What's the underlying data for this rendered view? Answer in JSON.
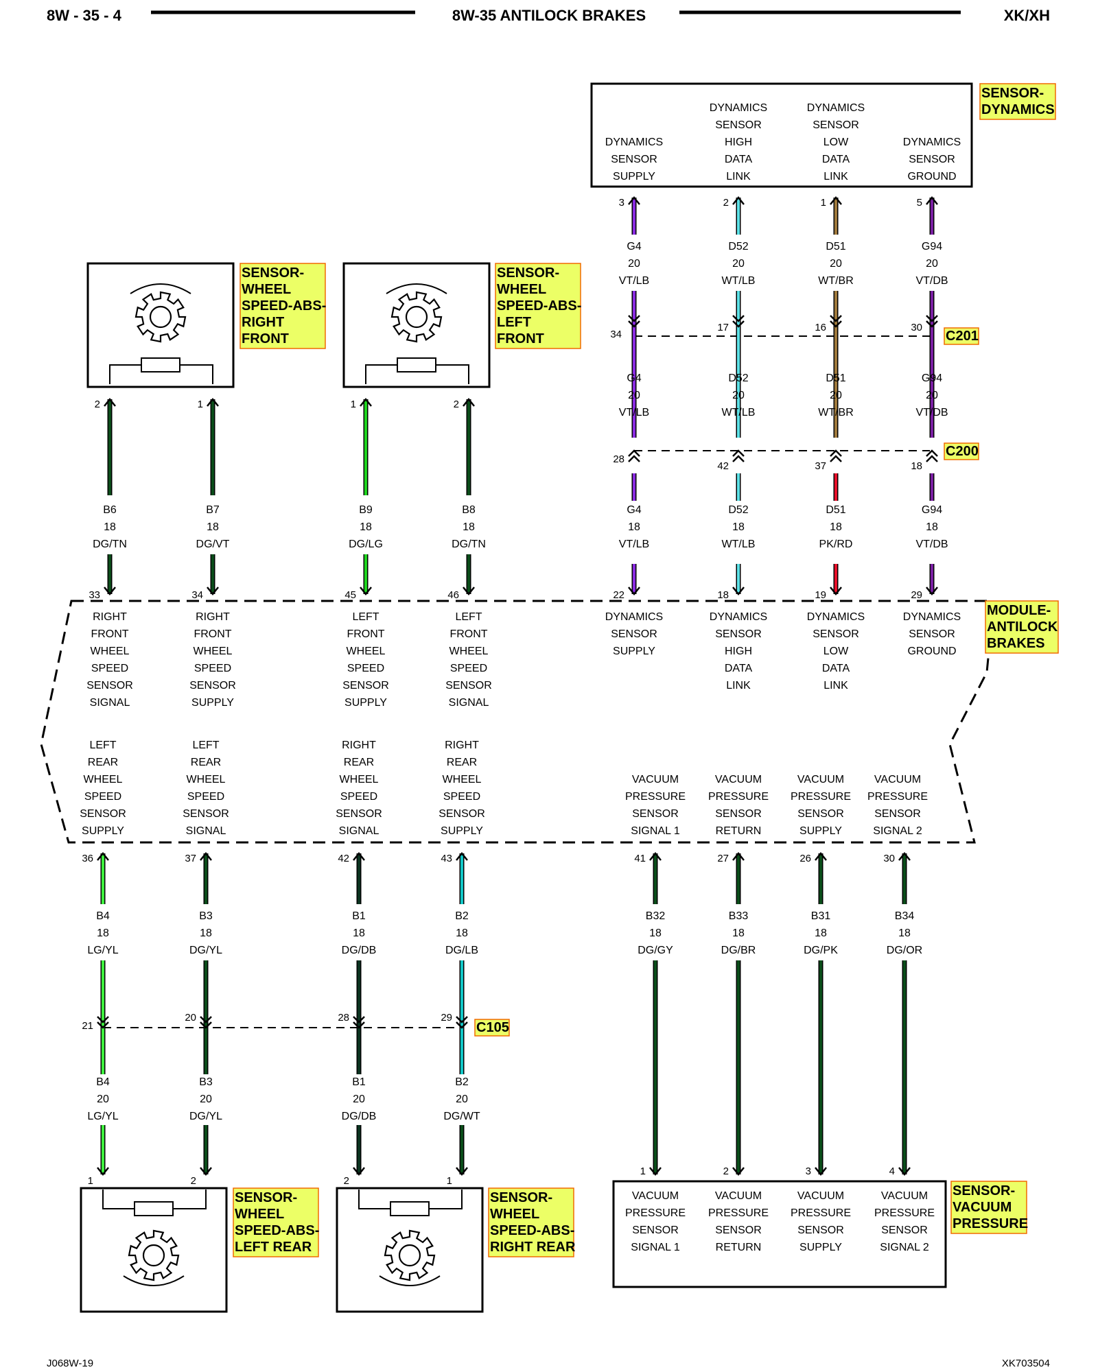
{
  "header": {
    "page": "8W - 35 - 4",
    "title": "8W-35 ANTILOCK BRAKES",
    "model": "XK/XH"
  },
  "footer": {
    "left": "J068W-19",
    "right": "XK703504"
  },
  "colors": {
    "VT/LB": "#8a2be2",
    "WT/LB": "#5ce1e6",
    "WT/BR": "#a07a3c",
    "VT/DB": "#7a1fa2",
    "PK/RD": "#e8102a",
    "DG/TN": "#0b4d1a",
    "DG/VT": "#0b4d1a",
    "DG/LG": "#1fd51f",
    "LG/YL": "#3ef03e",
    "DG/YL": "#0b4d1a",
    "DG/DB": "#0b3320",
    "DG/LB": "#13c8c8",
    "DG/WT": "#0b4d1a",
    "DG/GY": "#0b4d1a",
    "DG/BR": "#0b4d1a",
    "DG/PK": "#0b4d1a",
    "DG/OR": "#0b4d1a",
    "label_bg": "#ecff66",
    "label_border": "#f06a00"
  },
  "components": {
    "dynamics": {
      "label": [
        "SENSOR-",
        "DYNAMICS"
      ],
      "functions": [
        [
          "DYNAMICS",
          "SENSOR",
          "SUPPLY"
        ],
        [
          "DYNAMICS",
          "SENSOR",
          "HIGH",
          "DATA",
          "LINK"
        ],
        [
          "DYNAMICS",
          "SENSOR",
          "LOW",
          "DATA",
          "LINK"
        ],
        [
          "DYNAMICS",
          "SENSOR",
          "GROUND"
        ]
      ]
    },
    "rf_sensor": {
      "label": [
        "SENSOR-",
        "WHEEL",
        "SPEED-ABS-",
        "RIGHT",
        "FRONT"
      ]
    },
    "lf_sensor": {
      "label": [
        "SENSOR-",
        "WHEEL",
        "SPEED-ABS-",
        "LEFT",
        "FRONT"
      ]
    },
    "lr_sensor": {
      "label": [
        "SENSOR-",
        "WHEEL",
        "SPEED-ABS-",
        "LEFT REAR"
      ]
    },
    "rr_sensor": {
      "label": [
        "SENSOR-",
        "WHEEL",
        "SPEED-ABS-",
        "RIGHT REAR"
      ]
    },
    "module": {
      "label": [
        "MODULE-",
        "ANTILOCK",
        "BRAKES"
      ],
      "top_functions": [
        [
          "RIGHT",
          "FRONT",
          "WHEEL",
          "SPEED",
          "SENSOR",
          "SIGNAL"
        ],
        [
          "RIGHT",
          "FRONT",
          "WHEEL",
          "SPEED",
          "SENSOR",
          "SUPPLY"
        ],
        [
          "LEFT",
          "FRONT",
          "WHEEL",
          "SPEED",
          "SENSOR",
          "SUPPLY"
        ],
        [
          "LEFT",
          "FRONT",
          "WHEEL",
          "SPEED",
          "SENSOR",
          "SIGNAL"
        ],
        [
          "DYNAMICS",
          "SENSOR",
          "SUPPLY"
        ],
        [
          "DYNAMICS",
          "SENSOR",
          "HIGH",
          "DATA",
          "LINK"
        ],
        [
          "DYNAMICS",
          "SENSOR",
          "LOW",
          "DATA",
          "LINK"
        ],
        [
          "DYNAMICS",
          "SENSOR",
          "GROUND"
        ]
      ],
      "bottom_functions": [
        [
          "LEFT",
          "REAR",
          "WHEEL",
          "SPEED",
          "SENSOR",
          "SUPPLY"
        ],
        [
          "LEFT",
          "REAR",
          "WHEEL",
          "SPEED",
          "SENSOR",
          "SIGNAL"
        ],
        [
          "RIGHT",
          "REAR",
          "WHEEL",
          "SPEED",
          "SENSOR",
          "SIGNAL"
        ],
        [
          "RIGHT",
          "REAR",
          "WHEEL",
          "SPEED",
          "SENSOR",
          "SUPPLY"
        ],
        [
          "VACUUM",
          "PRESSURE",
          "SENSOR",
          "SIGNAL 1"
        ],
        [
          "VACUUM",
          "PRESSURE",
          "SENSOR",
          "RETURN"
        ],
        [
          "VACUUM",
          "PRESSURE",
          "SENSOR",
          "SUPPLY"
        ],
        [
          "VACUUM",
          "PRESSURE",
          "SENSOR",
          "SIGNAL 2"
        ]
      ]
    },
    "vacuum": {
      "label": [
        "SENSOR-",
        "VACUUM",
        "PRESSURE"
      ],
      "functions": [
        [
          "VACUUM",
          "PRESSURE",
          "SENSOR",
          "SIGNAL 1"
        ],
        [
          "VACUUM",
          "PRESSURE",
          "SENSOR",
          "RETURN"
        ],
        [
          "VACUUM",
          "PRESSURE",
          "SENSOR",
          "SUPPLY"
        ],
        [
          "VACUUM",
          "PRESSURE",
          "SENSOR",
          "SIGNAL 2"
        ]
      ]
    }
  },
  "connectors": {
    "c201": "C201",
    "c200": "C200",
    "c105": "C105"
  },
  "dyn_wires": [
    {
      "pin_sensor": "3",
      "seg1": [
        "G4",
        "20",
        "VT/LB"
      ],
      "pin_c201": "34",
      "seg2": [
        "G4",
        "20",
        "VT/LB"
      ],
      "pin_c200": "28",
      "seg3": [
        "G4",
        "18",
        "VT/LB"
      ],
      "pin_module": "22"
    },
    {
      "pin_sensor": "2",
      "seg1": [
        "D52",
        "20",
        "WT/LB"
      ],
      "pin_c201": "17",
      "seg2": [
        "D52",
        "20",
        "WT/LB"
      ],
      "pin_c200": "42",
      "seg3": [
        "D52",
        "18",
        "WT/LB"
      ],
      "pin_module": "18"
    },
    {
      "pin_sensor": "1",
      "seg1": [
        "D51",
        "20",
        "WT/BR"
      ],
      "pin_c201": "16",
      "seg2": [
        "D51",
        "20",
        "WT/BR"
      ],
      "pin_c200": "37",
      "seg3": [
        "D51",
        "18",
        "PK/RD"
      ],
      "pin_module": "19"
    },
    {
      "pin_sensor": "5",
      "seg1": [
        "G94",
        "20",
        "VT/DB"
      ],
      "pin_c201": "30",
      "seg2": [
        "G94",
        "20",
        "VT/DB"
      ],
      "pin_c200": "18",
      "seg3": [
        "G94",
        "18",
        "VT/DB"
      ],
      "pin_module": "29"
    }
  ],
  "front_wires": [
    {
      "pin_sensor": "2",
      "seg": [
        "B6",
        "18",
        "DG/TN"
      ],
      "pin_module": "33"
    },
    {
      "pin_sensor": "1",
      "seg": [
        "B7",
        "18",
        "DG/VT"
      ],
      "pin_module": "34"
    },
    {
      "pin_sensor": "1",
      "seg": [
        "B9",
        "18",
        "DG/LG"
      ],
      "pin_module": "45"
    },
    {
      "pin_sensor": "2",
      "seg": [
        "B8",
        "18",
        "DG/TN"
      ],
      "pin_module": "46"
    }
  ],
  "rear_wires": [
    {
      "pin_module": "36",
      "seg1": [
        "B4",
        "18",
        "LG/YL"
      ],
      "pin_c105": "21",
      "seg2": [
        "B4",
        "20",
        "LG/YL"
      ],
      "pin_sensor": "1"
    },
    {
      "pin_module": "37",
      "seg1": [
        "B3",
        "18",
        "DG/YL"
      ],
      "pin_c105": "20",
      "seg2": [
        "B3",
        "20",
        "DG/YL"
      ],
      "pin_sensor": "2"
    },
    {
      "pin_module": "42",
      "seg1": [
        "B1",
        "18",
        "DG/DB"
      ],
      "pin_c105": "28",
      "seg2": [
        "B1",
        "20",
        "DG/DB"
      ],
      "pin_sensor": "2"
    },
    {
      "pin_module": "43",
      "seg1": [
        "B2",
        "18",
        "DG/LB"
      ],
      "pin_c105": "29",
      "seg2": [
        "B2",
        "20",
        "DG/WT"
      ],
      "pin_sensor": "1"
    }
  ],
  "vac_wires": [
    {
      "pin_module": "41",
      "seg": [
        "B32",
        "18",
        "DG/GY"
      ],
      "pin_sensor": "1"
    },
    {
      "pin_module": "27",
      "seg": [
        "B33",
        "18",
        "DG/BR"
      ],
      "pin_sensor": "2"
    },
    {
      "pin_module": "26",
      "seg": [
        "B31",
        "18",
        "DG/PK"
      ],
      "pin_sensor": "3"
    },
    {
      "pin_module": "30",
      "seg": [
        "B34",
        "18",
        "DG/OR"
      ],
      "pin_sensor": "4"
    }
  ]
}
